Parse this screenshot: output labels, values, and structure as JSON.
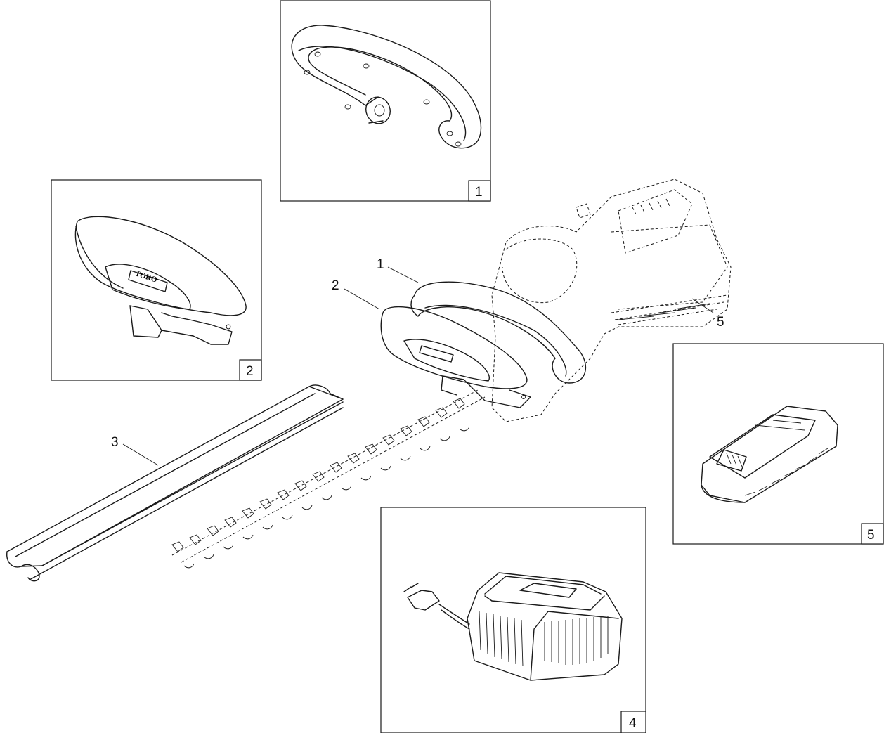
{
  "callouts": {
    "c1": "1",
    "c2": "2",
    "c3": "3",
    "c5": "5"
  },
  "panels": {
    "p1": "1",
    "p2": "2",
    "p4": "4",
    "p5": "5"
  },
  "logo_text": "TORO"
}
